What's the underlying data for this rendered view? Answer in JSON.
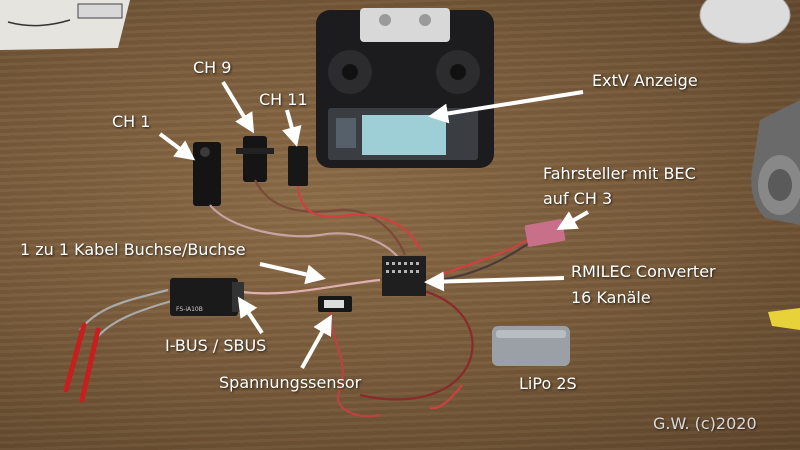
{
  "labels": {
    "ch1": "CH 1",
    "ch9": "CH 9",
    "ch11": "CH 11",
    "extv": "ExtV Anzeige",
    "esc_line1": "Fahrsteller mit BEC",
    "esc_line2": "auf CH 3",
    "cable": "1 zu 1 Kabel Buchse/Buchse",
    "rmilec_line1": "RMILEC Converter",
    "rmilec_line2": "16 Kanäle",
    "ibus": "I-BUS / SBUS",
    "sensor": "Spannungssensor",
    "lipo": "LiPo 2S"
  },
  "watermark": "G.W. (c)2020",
  "colors": {
    "label": "#ffffff",
    "arrow": "#ffffff",
    "watermark": "#d9d9d9"
  }
}
